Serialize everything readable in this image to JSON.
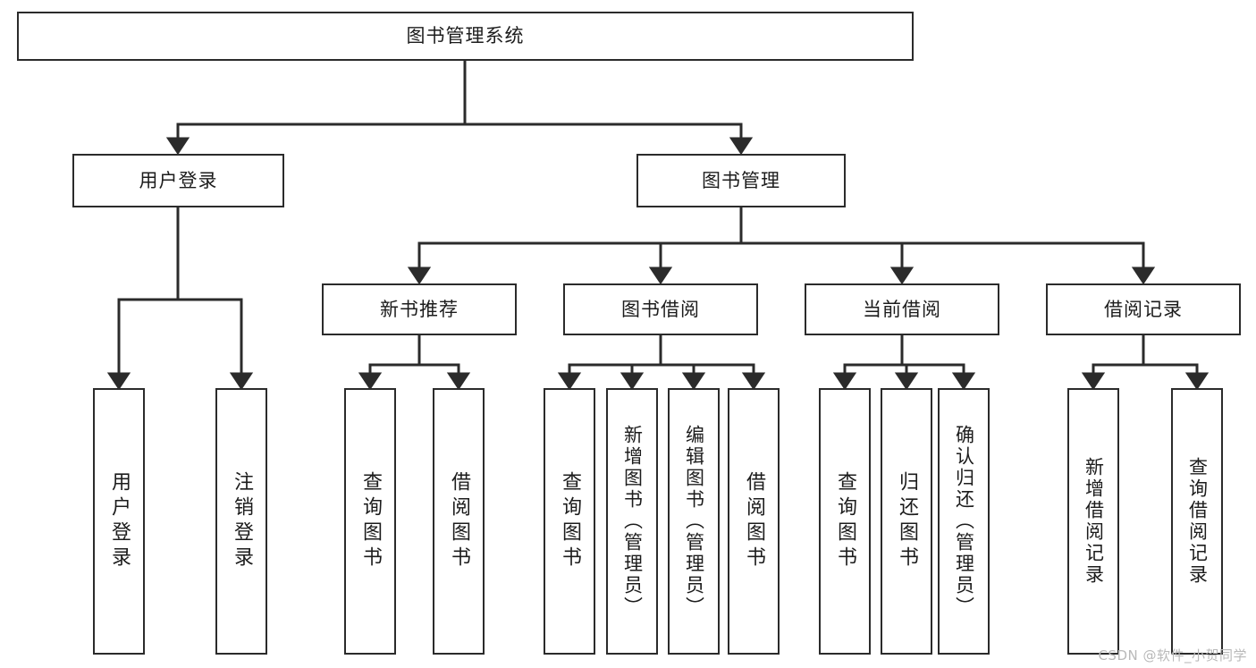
{
  "diagram": {
    "title": "图书管理系统",
    "type": "tree-hierarchy-diagram",
    "root": {
      "id": "root",
      "label": "图书管理系统"
    },
    "level2": [
      {
        "id": "user-login",
        "label": "用户登录"
      },
      {
        "id": "book-management",
        "label": "图书管理"
      }
    ],
    "level3": [
      {
        "id": "new-book-recommend",
        "label": "新书推荐",
        "parent": "book-management"
      },
      {
        "id": "book-borrow",
        "label": "图书借阅",
        "parent": "book-management"
      },
      {
        "id": "current-borrow",
        "label": "当前借阅",
        "parent": "book-management"
      },
      {
        "id": "borrow-record",
        "label": "借阅记录",
        "parent": "book-management"
      }
    ],
    "leaves": [
      {
        "id": "leaf-user-login",
        "label": "用户登录",
        "parent": "user-login"
      },
      {
        "id": "leaf-logout-login",
        "label": "注销登录",
        "parent": "user-login"
      },
      {
        "id": "leaf-query-book-1",
        "label": "查询图书",
        "parent": "new-book-recommend"
      },
      {
        "id": "leaf-borrow-book-1",
        "label": "借阅图书",
        "parent": "new-book-recommend"
      },
      {
        "id": "leaf-query-book-2",
        "label": "查询图书",
        "parent": "book-borrow"
      },
      {
        "id": "leaf-add-book",
        "label": "新增图书（管理员）",
        "parent": "book-borrow"
      },
      {
        "id": "leaf-edit-book",
        "label": "编辑图书（管理员）",
        "parent": "book-borrow"
      },
      {
        "id": "leaf-borrow-book-2",
        "label": "借阅图书",
        "parent": "book-borrow"
      },
      {
        "id": "leaf-query-book-3",
        "label": "查询图书",
        "parent": "current-borrow"
      },
      {
        "id": "leaf-return-book",
        "label": "归还图书",
        "parent": "current-borrow"
      },
      {
        "id": "leaf-confirm-return",
        "label": "确认归还（管理员）",
        "parent": "current-borrow"
      },
      {
        "id": "leaf-add-record",
        "label": "新增借阅记录",
        "parent": "borrow-record"
      },
      {
        "id": "leaf-query-record",
        "label": "查询借阅记录",
        "parent": "borrow-record"
      }
    ]
  },
  "watermark": {
    "text": "CSDN @软件_小贺同学"
  },
  "colors": {
    "background": "#ffffff",
    "box_border": "#2b2b2b",
    "box_fill": "#ffffff",
    "edge": "#2b2b2b",
    "text": "#1c1c1c",
    "watermark": "#b9b9b9"
  }
}
